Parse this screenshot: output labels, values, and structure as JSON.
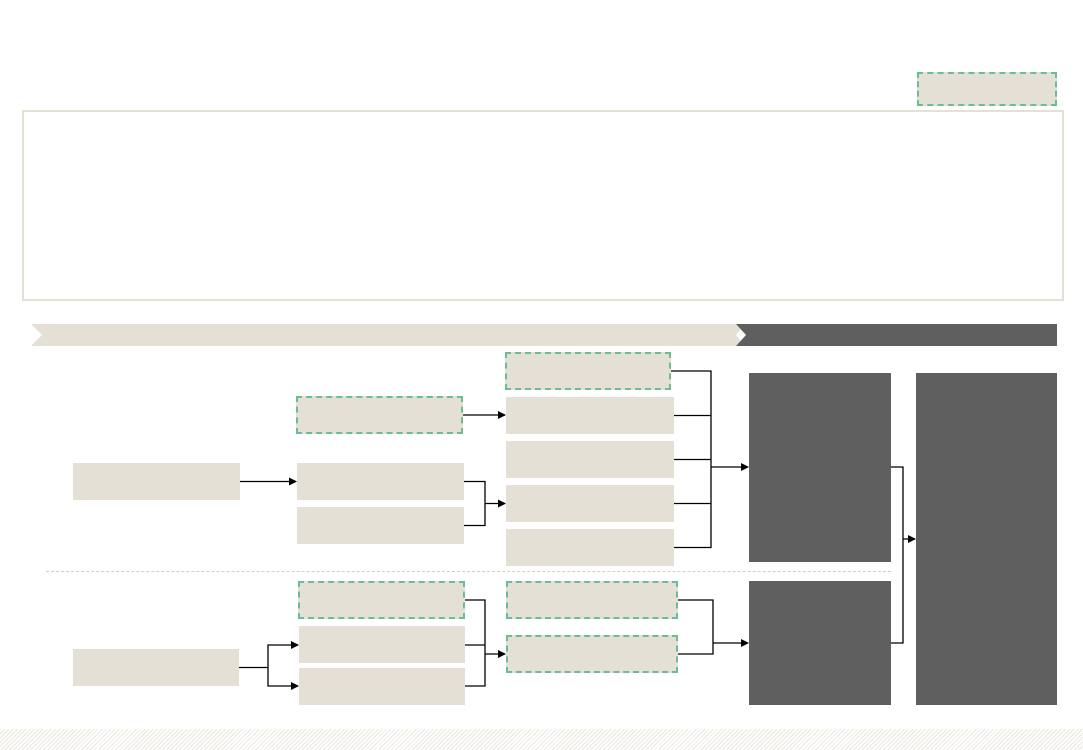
{
  "slide": {
    "title": "",
    "badge_label": "",
    "description": ""
  },
  "colors": {
    "box_fill": "#e4e0d6",
    "highlight_border": "#6cbd94",
    "dark_fill": "#5f5f5f",
    "connector": "#000000",
    "separator": "#cfcfcf"
  },
  "banner": {
    "phase_1_label": "",
    "phase_2_label": ""
  },
  "diagram": {
    "nodes": [
      {
        "id": "a1",
        "label": "",
        "style": "light",
        "group": "upper"
      },
      {
        "id": "b_hl1",
        "label": "",
        "style": "dashed",
        "group": "upper"
      },
      {
        "id": "b1",
        "label": "",
        "style": "light",
        "group": "upper"
      },
      {
        "id": "b2",
        "label": "",
        "style": "light",
        "group": "upper"
      },
      {
        "id": "c_hl1",
        "label": "",
        "style": "dashed",
        "group": "upper"
      },
      {
        "id": "c1",
        "label": "",
        "style": "light",
        "group": "upper"
      },
      {
        "id": "c2",
        "label": "",
        "style": "light",
        "group": "upper"
      },
      {
        "id": "c3",
        "label": "",
        "style": "light",
        "group": "upper"
      },
      {
        "id": "c4",
        "label": "",
        "style": "light",
        "group": "upper"
      },
      {
        "id": "d1",
        "label": "",
        "style": "dark",
        "group": "upper"
      },
      {
        "id": "a2",
        "label": "",
        "style": "light",
        "group": "lower"
      },
      {
        "id": "b_hl2",
        "label": "",
        "style": "dashed",
        "group": "lower"
      },
      {
        "id": "b3",
        "label": "",
        "style": "light",
        "group": "lower"
      },
      {
        "id": "b4",
        "label": "",
        "style": "light",
        "group": "lower"
      },
      {
        "id": "c_hl2",
        "label": "",
        "style": "dashed",
        "group": "lower"
      },
      {
        "id": "c_hl3",
        "label": "",
        "style": "dashed",
        "group": "lower"
      },
      {
        "id": "d2",
        "label": "",
        "style": "dark",
        "group": "lower"
      },
      {
        "id": "e1",
        "label": "",
        "style": "dark",
        "group": "final"
      }
    ],
    "edges": [
      {
        "from": [
          "a1"
        ],
        "to": "b1"
      },
      {
        "from": [
          "b_hl1"
        ],
        "to": "c1"
      },
      {
        "from": [
          "b1",
          "b2"
        ],
        "to": "c3"
      },
      {
        "from": [
          "c_hl1",
          "c1",
          "c2",
          "c3",
          "c4"
        ],
        "to": "d1"
      },
      {
        "from": [
          "a2"
        ],
        "to": [
          "b3",
          "b4"
        ]
      },
      {
        "from": [
          "b_hl2",
          "b3",
          "b4"
        ],
        "to": "c_hl3"
      },
      {
        "from": [
          "c_hl2",
          "c_hl3"
        ],
        "to": "d2"
      },
      {
        "from": [
          "d1",
          "d2"
        ],
        "to": "e1"
      }
    ]
  }
}
